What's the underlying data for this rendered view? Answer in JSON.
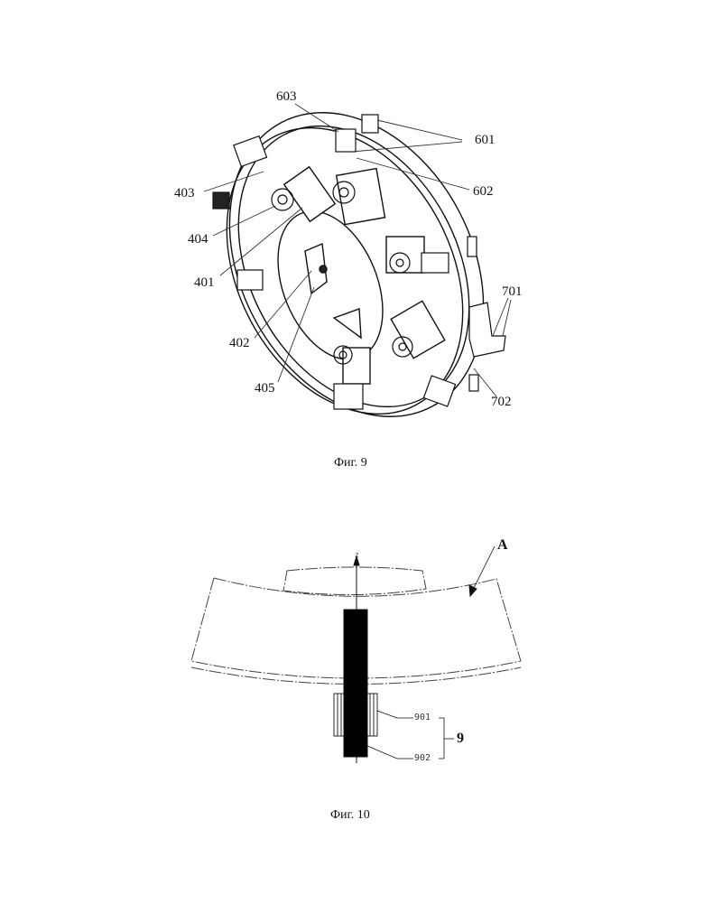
{
  "figure9": {
    "caption": "Фиг. 9",
    "labels": {
      "l603": "603",
      "l601": "601",
      "l602": "602",
      "l403": "403",
      "l404": "404",
      "l401": "401",
      "l402": "402",
      "l405": "405",
      "l701": "701",
      "l702": "702"
    }
  },
  "figure10": {
    "caption": "Фиг. 10",
    "labels": {
      "A": "A",
      "z": "z",
      "l901": "901",
      "l902": "902",
      "l9": "9"
    }
  }
}
